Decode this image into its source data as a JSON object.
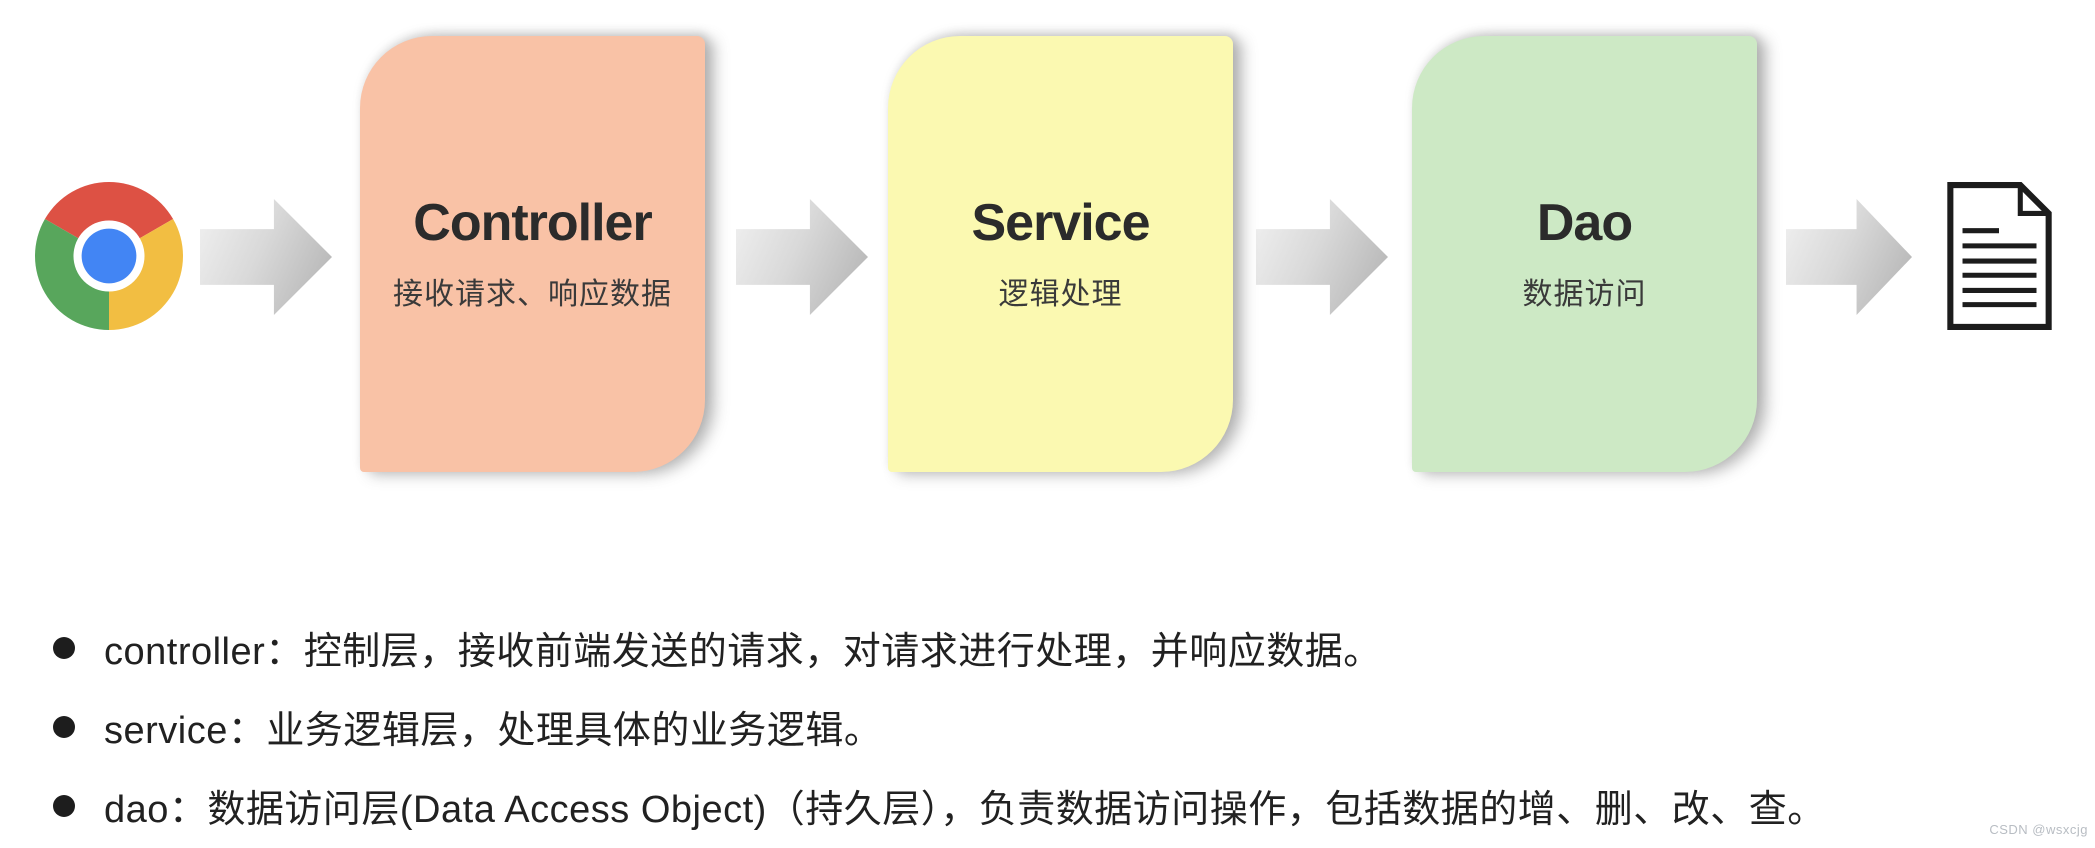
{
  "page": {
    "background": "#ffffff"
  },
  "diagram": {
    "browser_icon": "chrome-browser-icon",
    "result_icon": "document-icon",
    "arrow": {
      "start_color": "#f1f1f1",
      "end_color": "#b0b0b0"
    },
    "cards": [
      {
        "title": "Controller",
        "subtitle": "接收请求、响应数据",
        "color": "#f9c2a6"
      },
      {
        "title": "Service",
        "subtitle": "逻辑处理",
        "color": "#fbf9b1"
      },
      {
        "title": "Dao",
        "subtitle": "数据访问",
        "color": "#cde9c5"
      }
    ],
    "chrome_colors": {
      "red": "#dd5144",
      "yellow": "#f2be42",
      "green": "#58a65c",
      "blue": "#4285f4"
    }
  },
  "notes": [
    {
      "text": "controller：控制层，接收前端发送的请求，对请求进行处理，并响应数据。"
    },
    {
      "text": "service：业务逻辑层，处理具体的业务逻辑。"
    },
    {
      "text": "dao：数据访问层(Data Access Object)（持久层），负责数据访问操作，包括数据的增、删、改、查。"
    }
  ],
  "watermark": {
    "text": "CSDN @wsxcjg",
    "color": "#b8bdc3"
  }
}
